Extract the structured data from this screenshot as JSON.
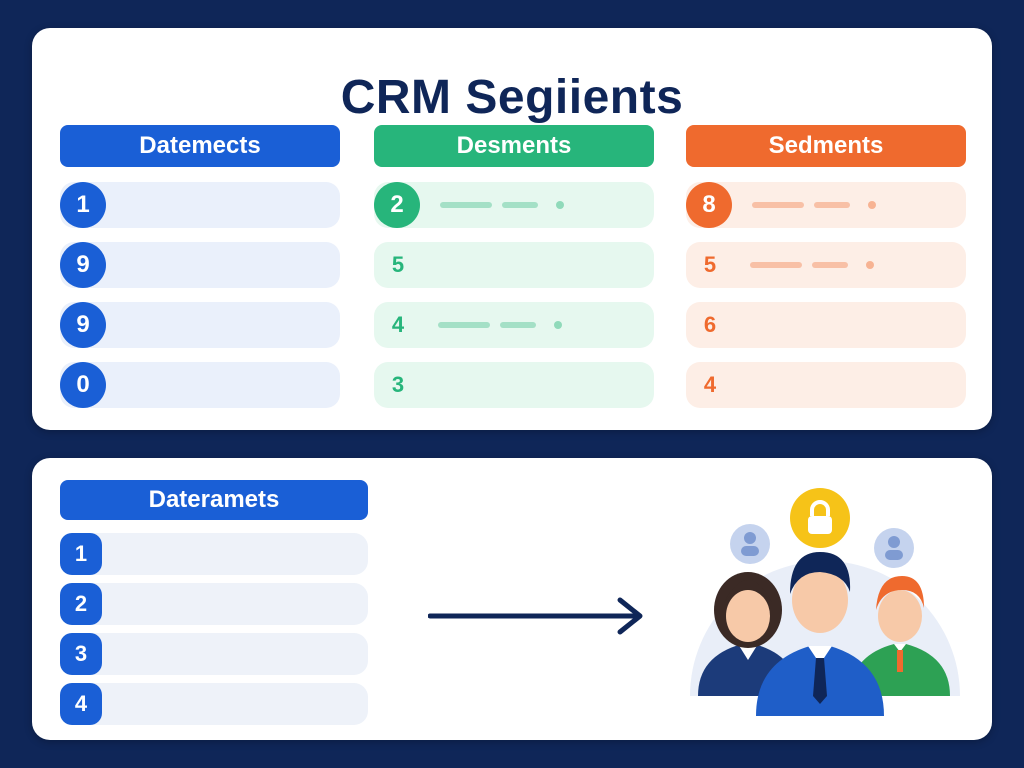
{
  "title": "CRM Segiients",
  "colors": {
    "background": "#0f2658",
    "blue": "#1a5fd6",
    "green": "#27b57b",
    "orange": "#ef6a2e",
    "blue_row": "#eaf0fb",
    "green_row": "#e6f8ef",
    "orange_row": "#fdeee6"
  },
  "columns": [
    {
      "header": "Datemects",
      "color": "blue",
      "rows": [
        {
          "number": "1",
          "badge": true,
          "lines": false
        },
        {
          "number": "9",
          "badge": true,
          "lines": false
        },
        {
          "number": "9",
          "badge": true,
          "lines": false
        },
        {
          "number": "0",
          "badge": true,
          "lines": false
        }
      ]
    },
    {
      "header": "Desments",
      "color": "green",
      "rows": [
        {
          "number": "2",
          "badge": true,
          "lines": true
        },
        {
          "number": "5",
          "badge": false,
          "lines": false
        },
        {
          "number": "4",
          "badge": false,
          "lines": true
        },
        {
          "number": "3",
          "badge": false,
          "lines": false
        }
      ]
    },
    {
      "header": "Sedments",
      "color": "orange",
      "rows": [
        {
          "number": "8",
          "badge": true,
          "lines": true
        },
        {
          "number": "5",
          "badge": false,
          "lines": true
        },
        {
          "number": "6",
          "badge": false,
          "lines": false
        },
        {
          "number": "4",
          "badge": false,
          "lines": false
        }
      ]
    }
  ],
  "bottom": {
    "header": "Dateramets",
    "rows": [
      "1",
      "2",
      "3",
      "4"
    ]
  },
  "icons": {
    "arrow": "arrow-right-icon",
    "people": "customer-group-icon",
    "lock": "lock-icon",
    "user_small": "user-icon"
  }
}
